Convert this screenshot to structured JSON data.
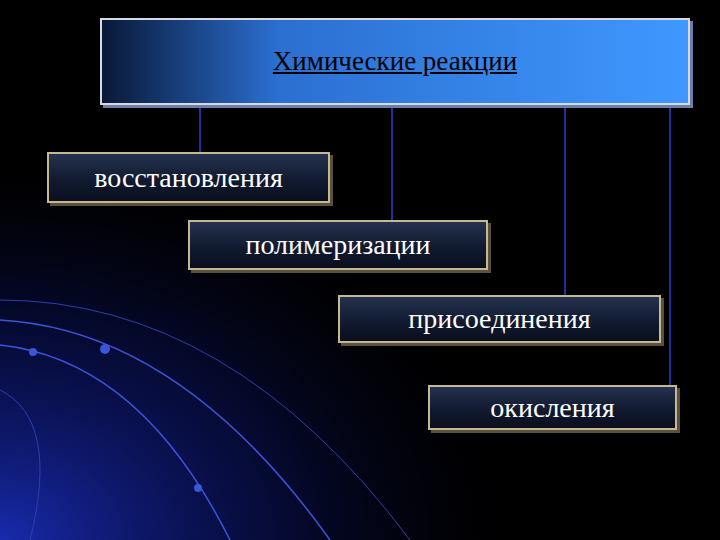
{
  "diagram": {
    "nodes": [
      {
        "text": [
          "Химические реакции"
        ]
      },
      {
        "text": [
          "восстановления"
        ]
      },
      {
        "text": [
          "полимеризации"
        ]
      },
      {
        "text": [
          "присоединения"
        ]
      },
      {
        "text": [
          "окисления"
        ]
      }
    ],
    "edges": [
      {
        "from": 0,
        "to": 1,
        "arrow": "none"
      },
      {
        "from": 0,
        "to": 2,
        "arrow": "none"
      },
      {
        "from": 0,
        "to": 3,
        "arrow": "none"
      },
      {
        "from": 0,
        "to": 4,
        "arrow": "none"
      }
    ]
  }
}
